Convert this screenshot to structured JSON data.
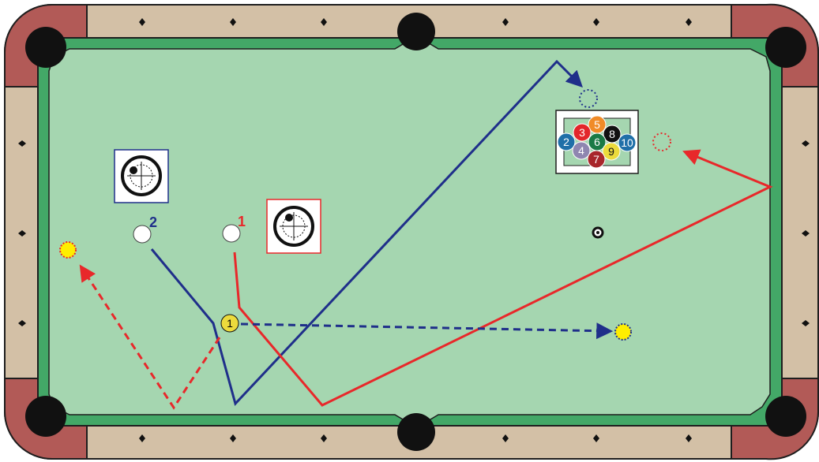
{
  "colors": {
    "felt": "#a5d6b0",
    "cushion": "#43a867",
    "rail": "#d3c0a6",
    "corner": "#b25a57",
    "outline": "#1e1e1e",
    "shot1": "#e8282a",
    "shot2": "#1f2f8a"
  },
  "shots": [
    {
      "number": "1",
      "color": "#e8282a"
    },
    {
      "number": "2",
      "color": "#1f2f8a"
    }
  ],
  "object_ball": {
    "label": "1",
    "color": "#ecdb3c"
  },
  "rack": {
    "balls": [
      {
        "label": "5",
        "color": "#f08b28"
      },
      {
        "label": "3",
        "color": "#e3262b"
      },
      {
        "label": "8",
        "color": "#111111"
      },
      {
        "label": "2",
        "color": "#1f6fa8"
      },
      {
        "label": "6",
        "color": "#1a7a45"
      },
      {
        "label": "10",
        "color": "#1f6fa8"
      },
      {
        "label": "4",
        "color": "#8f86b0"
      },
      {
        "label": "9",
        "color": "#ecdb3c"
      },
      {
        "label": "7",
        "color": "#a8262b"
      }
    ]
  }
}
